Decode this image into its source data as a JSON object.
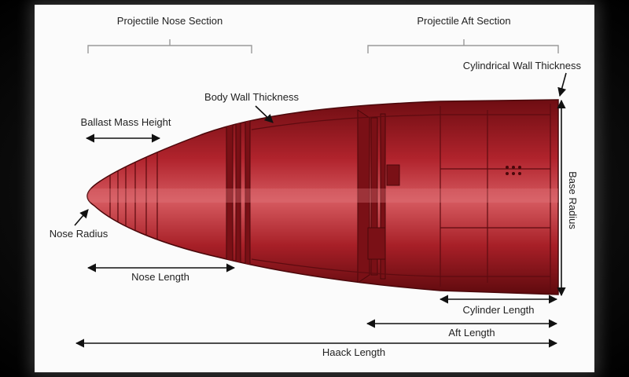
{
  "labels": {
    "nose_section": "Projectile Nose Section",
    "aft_section": "Projectile Aft Section",
    "cyl_wall": "Cylindrical Wall Thickness",
    "body_wall": "Body Wall Thickness",
    "ballast": "Ballast Mass Height",
    "nose_radius": "Nose Radius",
    "nose_length": "Nose Length",
    "base_radius": "Base Radius",
    "cylinder_length": "Cylinder Length",
    "aft_length": "Aft Length",
    "haack_length": "Haack Length"
  },
  "colors": {
    "body_dark": "#6e0d12",
    "body_mid": "#b0232c",
    "body_light": "#d65a60",
    "panel": "#fbfbfb"
  }
}
